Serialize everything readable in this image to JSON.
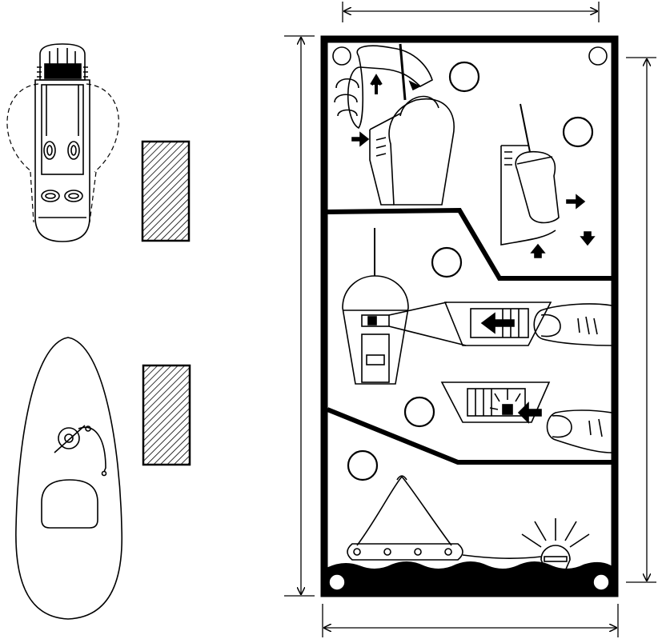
{
  "diagram": {
    "stroke_color": "#000000",
    "background_color": "#ffffff",
    "panel_count": 3,
    "parts": [
      "beacon-top-view",
      "liferaft-top-view",
      "label-placeholder-1",
      "label-placeholder-2",
      "instruction-placard"
    ],
    "instruction_steps": [
      "remove-beacon-from-bracket",
      "slide-switch-on",
      "press-test-button",
      "deploy-with-liferaft"
    ]
  }
}
